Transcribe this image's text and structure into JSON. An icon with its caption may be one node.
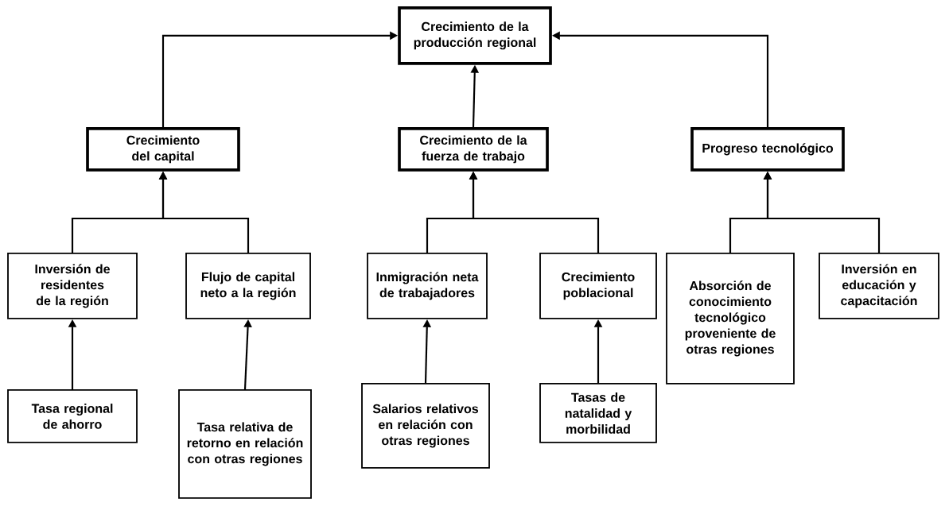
{
  "diagram": {
    "nodes": [
      {
        "text": [
          "Crecimiento de la producción regional"
        ]
      },
      {
        "text": [
          "Crecimiento del capital"
        ]
      },
      {
        "text": [
          "Crecimiento de la fuerza de trabajo"
        ]
      },
      {
        "text": [
          "Progreso tecnológico"
        ]
      },
      {
        "text": [
          "Inversión de residentes de la región"
        ]
      },
      {
        "text": [
          "Flujo de capital neto a la región"
        ]
      },
      {
        "text": [
          "Inmigración neta de trabajadores"
        ]
      },
      {
        "text": [
          "Crecimiento poblacional"
        ]
      },
      {
        "text": [
          "Absorción de conocimiento tecnológico proveniente de otras regiones"
        ]
      },
      {
        "text": [
          "Inversión en educación y capacitación"
        ]
      },
      {
        "text": [
          "Tasa regional de ahorro"
        ]
      },
      {
        "text": [
          "Tasa relativa de retorno en relación con otras regiones"
        ]
      },
      {
        "text": [
          "Salarios relativos en relación con otras regiones"
        ]
      },
      {
        "text": [
          "Tasas de natalidad y morbilidad"
        ]
      }
    ],
    "edges": [
      {
        "from": 1,
        "to": 0,
        "arrow": "to"
      },
      {
        "from": 2,
        "to": 0,
        "arrow": "to"
      },
      {
        "from": 3,
        "to": 0,
        "arrow": "to"
      },
      {
        "from": 4,
        "to": 1,
        "arrow": "to"
      },
      {
        "from": 5,
        "to": 1,
        "arrow": "to"
      },
      {
        "from": 6,
        "to": 2,
        "arrow": "to"
      },
      {
        "from": 7,
        "to": 2,
        "arrow": "to"
      },
      {
        "from": 8,
        "to": 3,
        "arrow": "to"
      },
      {
        "from": 9,
        "to": 3,
        "arrow": "to"
      },
      {
        "from": 10,
        "to": 4,
        "arrow": "to"
      },
      {
        "from": 11,
        "to": 5,
        "arrow": "to"
      },
      {
        "from": 12,
        "to": 6,
        "arrow": "to"
      },
      {
        "from": 13,
        "to": 7,
        "arrow": "to"
      }
    ]
  }
}
